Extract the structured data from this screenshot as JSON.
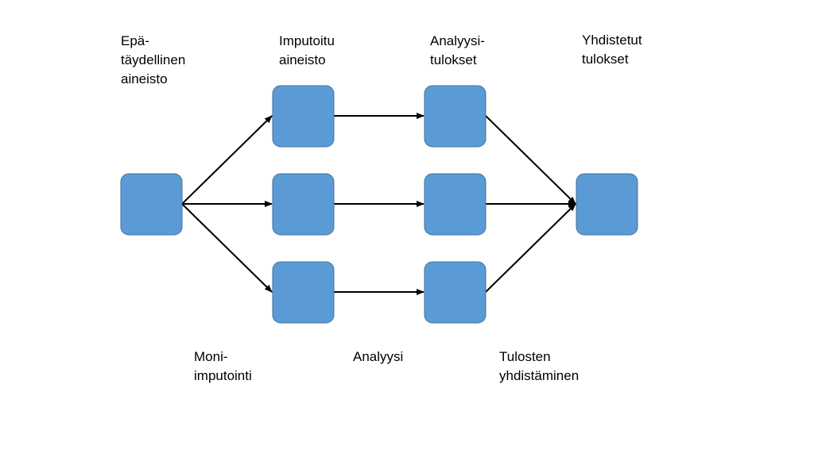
{
  "colors": {
    "box_fill": "#5b9bd5",
    "box_stroke": "#41719c",
    "arrow": "#000000"
  },
  "labels": {
    "incomplete_data": "Epä-\ntäydellinen\naineisto",
    "imputed_data": "Imputoitu\naineisto",
    "analysis_results": "Analyysi-\ntulokset",
    "combined_results": "Yhdistetut\ntulokset",
    "multiple_imputation": "Moni-\nimputointi",
    "analysis": "Analyysi",
    "pooling": "Tulosten\nyhdistäminen"
  }
}
